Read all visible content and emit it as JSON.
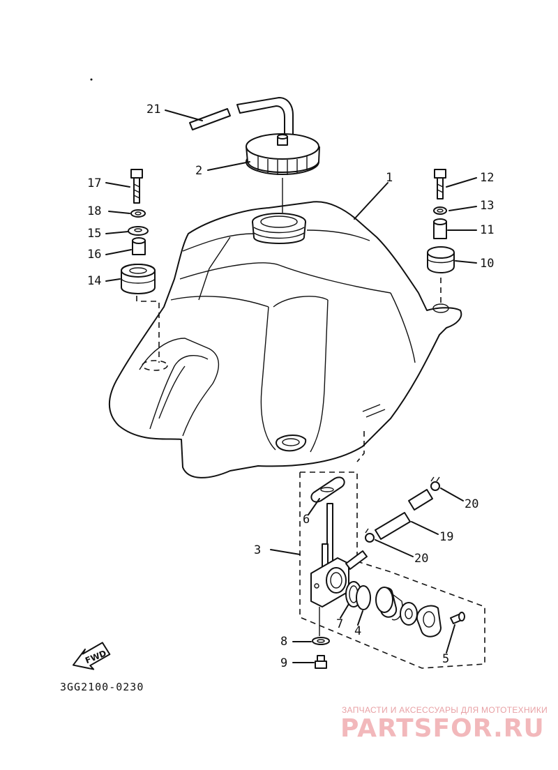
{
  "labels": {
    "p1": "1",
    "p2": "2",
    "p3": "3",
    "p4": "4",
    "p5": "5",
    "p6": "6",
    "p7": "7",
    "p8": "8",
    "p9": "9",
    "p10": "10",
    "p11": "11",
    "p12": "12",
    "p13": "13",
    "p14": "14",
    "p15": "15",
    "p16": "16",
    "p17": "17",
    "p18": "18",
    "p19": "19",
    "p20a": "20",
    "p20b": "20",
    "p21": "21"
  },
  "direction_marker": "FWD",
  "diagram_code": "3GG2100-0230",
  "watermark": {
    "tagline": "ЗАПЧАСТИ И АКСЕССУАРЫ ДЛЯ МОТОТЕХНИКИ",
    "logo": "PARTSFOR.RU"
  },
  "colors": {
    "line": "#111111",
    "watermark": "#f2b8bb"
  }
}
